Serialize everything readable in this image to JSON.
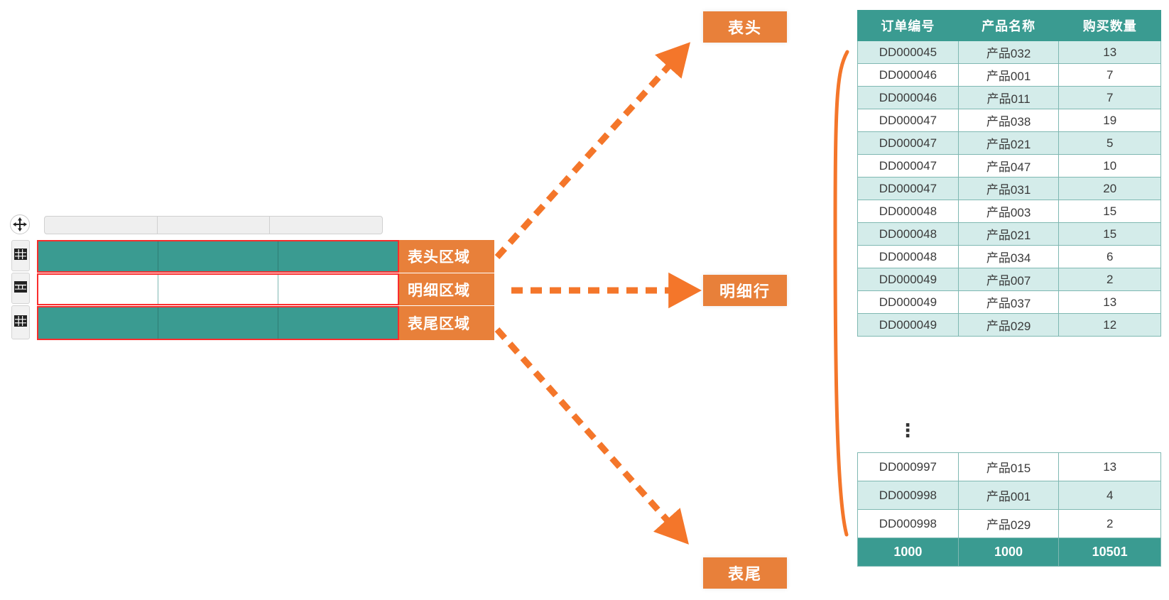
{
  "designer": {
    "move_handle_icon": "move-4way-icon",
    "row_handles": [
      {
        "icon": "table-header-row-icon"
      },
      {
        "icon": "table-detail-row-icon"
      },
      {
        "icon": "table-footer-row-icon"
      }
    ],
    "column_count": 3,
    "bands": [
      {
        "label": "表头区域",
        "fill": "teal"
      },
      {
        "label": "明细区域",
        "fill": "white"
      },
      {
        "label": "表尾区域",
        "fill": "teal"
      }
    ]
  },
  "stages": [
    {
      "label": "表头"
    },
    {
      "label": "明细行"
    },
    {
      "label": "表尾"
    }
  ],
  "table": {
    "columns": [
      "订单编号",
      "产品名称",
      "购买数量"
    ],
    "rows_top": [
      [
        "DD000045",
        "产品032",
        "13"
      ],
      [
        "DD000046",
        "产品001",
        "7"
      ],
      [
        "DD000046",
        "产品011",
        "7"
      ],
      [
        "DD000047",
        "产品038",
        "19"
      ],
      [
        "DD000047",
        "产品021",
        "5"
      ],
      [
        "DD000047",
        "产品047",
        "10"
      ],
      [
        "DD000047",
        "产品031",
        "20"
      ],
      [
        "DD000048",
        "产品003",
        "15"
      ],
      [
        "DD000048",
        "产品021",
        "15"
      ],
      [
        "DD000048",
        "产品034",
        "6"
      ],
      [
        "DD000049",
        "产品007",
        "2"
      ],
      [
        "DD000049",
        "产品037",
        "13"
      ],
      [
        "DD000049",
        "产品029",
        "12"
      ]
    ],
    "ellipsis": "⋮",
    "rows_bottom": [
      [
        "DD000997",
        "产品015",
        "13"
      ],
      [
        "DD000998",
        "产品001",
        "4"
      ],
      [
        "DD000998",
        "产品029",
        "2"
      ]
    ],
    "footer": [
      "1000",
      "1000",
      "10501"
    ]
  },
  "colors": {
    "teal": "#3a9b91",
    "teal_light": "#d4ecea",
    "orange": "#e8803a",
    "red_outline": "#fa2d2d",
    "border": "#7fb8b2"
  }
}
